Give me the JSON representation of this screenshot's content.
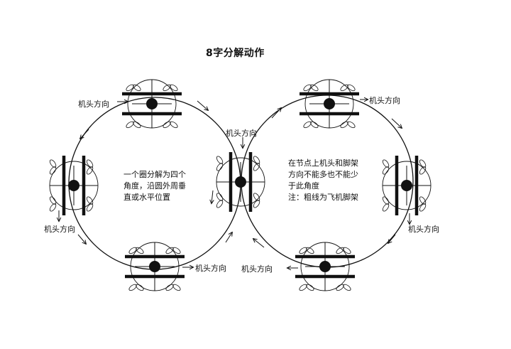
{
  "title": "8字分解动作",
  "heading_label": "机头方向",
  "note_left": [
    "一个圈分解为四个",
    "角度，沿圆外周垂",
    "直或水平位置"
  ],
  "note_right": [
    "在节点上机头和脚架",
    "方向不能多也不能少",
    "于此角度",
    "注：粗线为飞机脚架"
  ],
  "colors": {
    "ink": "#111111",
    "background": "#ffffff"
  }
}
